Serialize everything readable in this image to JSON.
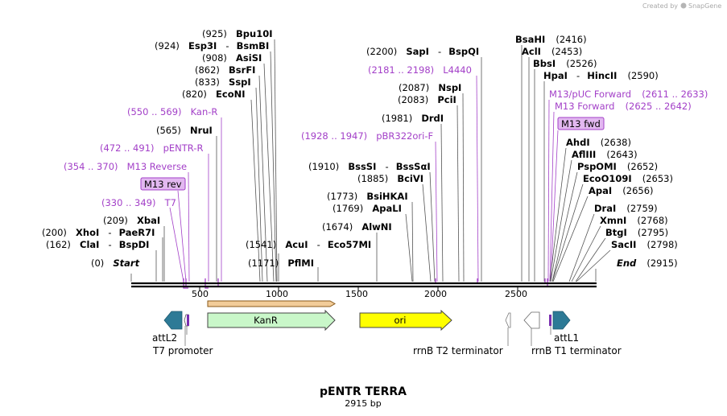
{
  "title": "pENTR TERRA",
  "length_label": "2915 bp",
  "credit": {
    "prefix": "Created by",
    "brand": "SnapGene"
  },
  "sequence_length": 2915,
  "ruler_ticks": [
    "500",
    "1000",
    "1500",
    "2000",
    "2500"
  ],
  "sites": [
    {
      "pos": "(0)",
      "name": "Start",
      "style": "italic"
    },
    {
      "pos": "(162)",
      "name": "ClaI",
      "sep": "-",
      "name2": "BspDI"
    },
    {
      "pos": "(200)",
      "name": "XhoI",
      "sep": "-",
      "name2": "PaeR7I"
    },
    {
      "pos": "(209)",
      "name": "XbaI"
    },
    {
      "pos": "(330 .. 349)",
      "name": "T7",
      "style": "primer"
    },
    {
      "pos": "",
      "name": "M13 rev",
      "style": "primerbox"
    },
    {
      "pos": "(354 .. 370)",
      "name": "M13 Reverse",
      "style": "primer"
    },
    {
      "pos": "(472 .. 491)",
      "name": "pENTR-R",
      "style": "primer"
    },
    {
      "pos": "(565)",
      "name": "NruI"
    },
    {
      "pos": "(550 .. 569)",
      "name": "Kan-R",
      "style": "primer"
    },
    {
      "pos": "(820)",
      "name": "EcoNI"
    },
    {
      "pos": "(833)",
      "name": "SspI"
    },
    {
      "pos": "(862)",
      "name": "BsrFI"
    },
    {
      "pos": "(908)",
      "name": "AsiSI"
    },
    {
      "pos": "(924)",
      "name": "Esp3I",
      "sep": "-",
      "name2": "BsmBI"
    },
    {
      "pos": "(925)",
      "name": "Bpu10I"
    },
    {
      "pos": "(1171)",
      "name": "PflMI"
    },
    {
      "pos": "(1541)",
      "name": "AcuI",
      "sep": "-",
      "name2": "Eco57MI"
    },
    {
      "pos": "(1674)",
      "name": "AlwNI"
    },
    {
      "pos": "(1769)",
      "name": "ApaLI"
    },
    {
      "pos": "(1773)",
      "name": "BsiHKAI"
    },
    {
      "pos": "(1885)",
      "name": "BciVI"
    },
    {
      "pos": "(1910)",
      "name": "BssSI",
      "sep": "-",
      "name2": "BssSαI"
    },
    {
      "pos": "(1928 .. 1947)",
      "name": "pBR322ori-F",
      "style": "primer"
    },
    {
      "pos": "(1981)",
      "name": "DrdI"
    },
    {
      "pos": "(2083)",
      "name": "PciI"
    },
    {
      "pos": "(2087)",
      "name": "NspI"
    },
    {
      "pos": "(2181 .. 2198)",
      "name": "L4440",
      "style": "primer"
    },
    {
      "pos": "(2200)",
      "name": "SapI",
      "sep": "-",
      "name2": "BspQI"
    },
    {
      "pos": "(2416)",
      "name": "BsaHI"
    },
    {
      "pos": "(2453)",
      "name": "AclI"
    },
    {
      "pos": "(2526)",
      "name": "BbsI"
    },
    {
      "pos": "(2590)",
      "name": "HpaI",
      "sep": "-",
      "name2": "HincII"
    },
    {
      "pos": "(2611 .. 2633)",
      "name": "M13/pUC Forward",
      "style": "primer"
    },
    {
      "pos": "(2625 .. 2642)",
      "name": "M13 Forward",
      "style": "primer"
    },
    {
      "pos": "",
      "name": "M13 fwd",
      "style": "primerbox"
    },
    {
      "pos": "(2638)",
      "name": "AhdI"
    },
    {
      "pos": "(2643)",
      "name": "AflIII"
    },
    {
      "pos": "(2652)",
      "name": "PspOMI"
    },
    {
      "pos": "(2653)",
      "name": "EcoO109I"
    },
    {
      "pos": "(2656)",
      "name": "ApaI"
    },
    {
      "pos": "(2759)",
      "name": "DraI"
    },
    {
      "pos": "(2768)",
      "name": "XmnI"
    },
    {
      "pos": "(2795)",
      "name": "BtgI"
    },
    {
      "pos": "(2798)",
      "name": "SacII"
    },
    {
      "pos": "(2915)",
      "name": "End",
      "style": "italic"
    }
  ],
  "features": [
    {
      "name": "KanR",
      "type": "CDS"
    },
    {
      "name": "ori",
      "type": "rep_origin"
    },
    {
      "name": "attL2",
      "type": "recombination"
    },
    {
      "name": "attL1",
      "type": "recombination"
    },
    {
      "name": "T7 promoter",
      "type": "promoter"
    },
    {
      "name": "rrnB T2 terminator",
      "type": "terminator"
    },
    {
      "name": "rrnB T1 terminator",
      "type": "terminator"
    }
  ],
  "colors": {
    "primer": "#a340c8",
    "primer_box_fill": "#e2b8f0",
    "kanr_fill": "#c9f7c9",
    "ori_fill": "#ffff00",
    "att_fill": "#2d7a96",
    "orf_fill": "#f2cc99",
    "orf_stroke": "#8a5a1a",
    "backbone": "#000000"
  }
}
